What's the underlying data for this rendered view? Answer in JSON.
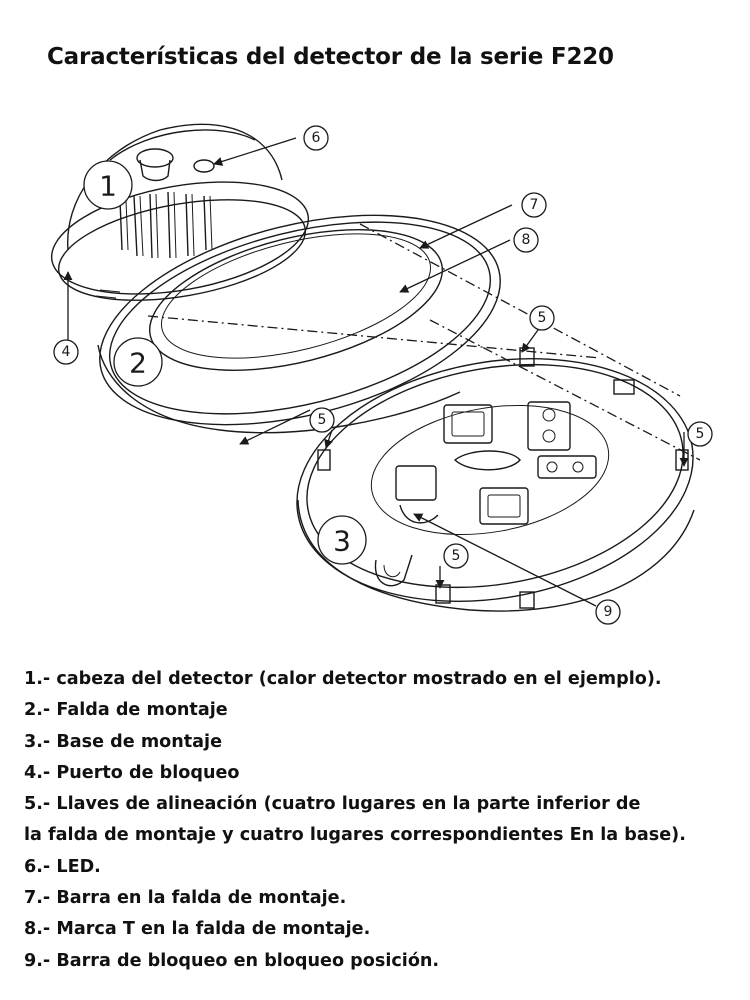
{
  "title": "Características del detector de la serie F220",
  "callouts": {
    "c1": "1",
    "c2": "2",
    "c3": "3",
    "c4": "4",
    "c5": "5",
    "c6": "6",
    "c7": "7",
    "c8": "8",
    "c9": "9"
  },
  "legend": [
    "1.- cabeza del detector (calor detector mostrado en el ejemplo).",
    "2.- Falda de montaje",
    "3.- Base de montaje",
    "4.- Puerto de bloqueo",
    "5.- Llaves de alineación (cuatro lugares en la parte inferior de",
    "la falda de montaje y cuatro lugares correspondientes En la base).",
    "6.- LED.",
    "7.- Barra en la falda de montaje.",
    "8.- Marca T en la falda de montaje.",
    "9.- Barra de bloqueo en bloqueo posición."
  ]
}
